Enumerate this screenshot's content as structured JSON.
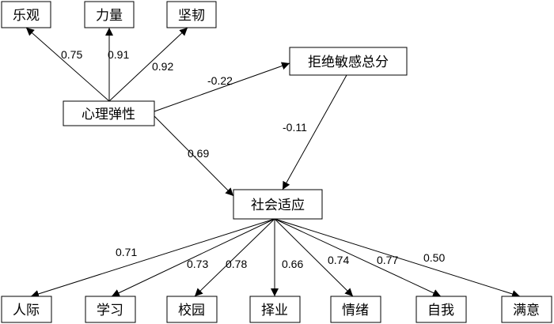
{
  "nodes": {
    "optimism": "乐观",
    "strength": "力量",
    "tenacity": "坚韧",
    "resilience": "心理弹性",
    "rejection": "拒绝敏感总分",
    "adaptation": "社会适应",
    "interpersonal": "人际",
    "study": "学习",
    "campus": "校园",
    "choice": "择业",
    "emotion": "情绪",
    "self": "自我",
    "satisfaction": "满意"
  },
  "coefficients": {
    "resilience_optimism": "0.75",
    "resilience_strength": "0.91",
    "resilience_tenacity": "0.92",
    "resilience_rejection": "-0.22",
    "rejection_adaptation": "-0.11",
    "resilience_adaptation": "0.69",
    "adaptation_interpersonal": "0.71",
    "adaptation_study": "0.73",
    "adaptation_campus": "0.78",
    "adaptation_choice": "0.66",
    "adaptation_emotion": "0.74",
    "adaptation_self": "0.77",
    "adaptation_satisfaction": "0.50"
  }
}
